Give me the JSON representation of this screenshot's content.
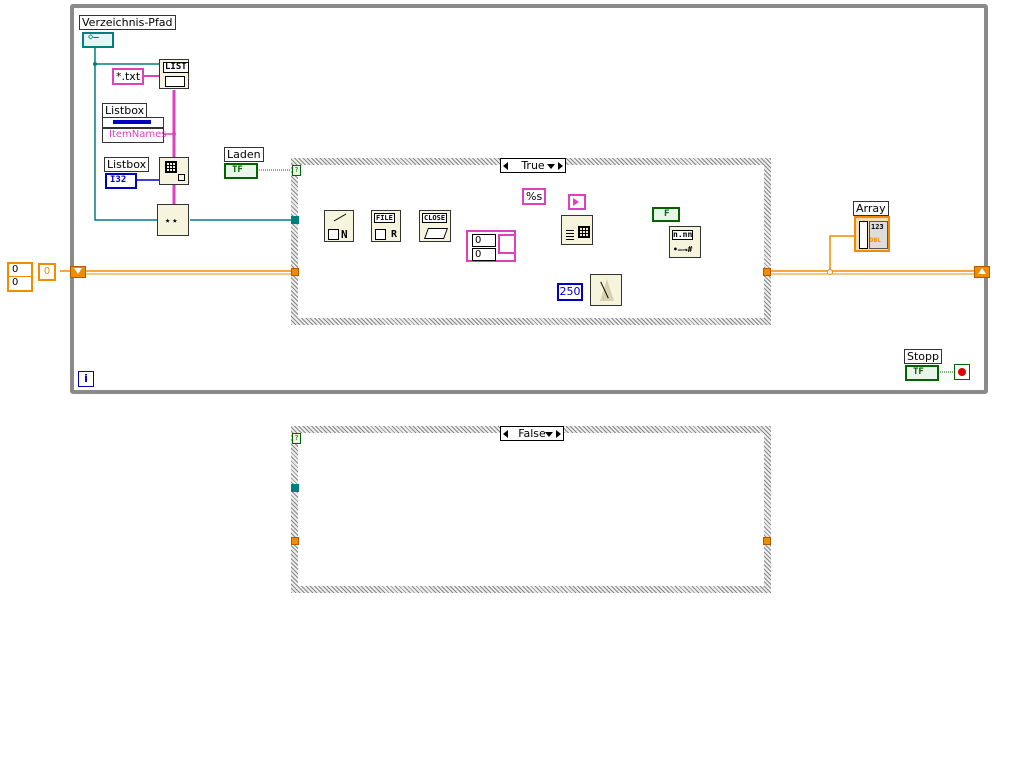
{
  "labels": {
    "dir_path": "Verzeichnis-Pfad",
    "listbox1": "Listbox",
    "listbox2": "Listbox",
    "laden": "Laden",
    "array": "Array",
    "stopp": "Stopp"
  },
  "constants": {
    "pattern": "*.txt",
    "item_names": "ItemNames",
    "format": "%s",
    "wait_ms": "250",
    "reg_a": "0",
    "reg_b": "0",
    "reg_default": "0",
    "array_idx_1": "0",
    "array_idx_2": "0"
  },
  "terminals": {
    "bool_tf": "TF",
    "i32": "I32",
    "dbl": "123",
    "dbl_sub": "DBL",
    "false_const": "F",
    "path_icon": "path-icon"
  },
  "case_true": {
    "selector": "True"
  },
  "case_false": {
    "selector": "False"
  },
  "nodes": {
    "list": "LIST",
    "file": "FILE",
    "close": "CLOSE",
    "read_r": "R",
    "open_n": "N"
  },
  "loop": {
    "iteration": "i"
  },
  "colors": {
    "orange": "#f08c00",
    "pink": "#e040c0",
    "teal": "#007f7f",
    "green": "#006400",
    "blue": "#0000c0",
    "loop_gray": "#808080"
  }
}
